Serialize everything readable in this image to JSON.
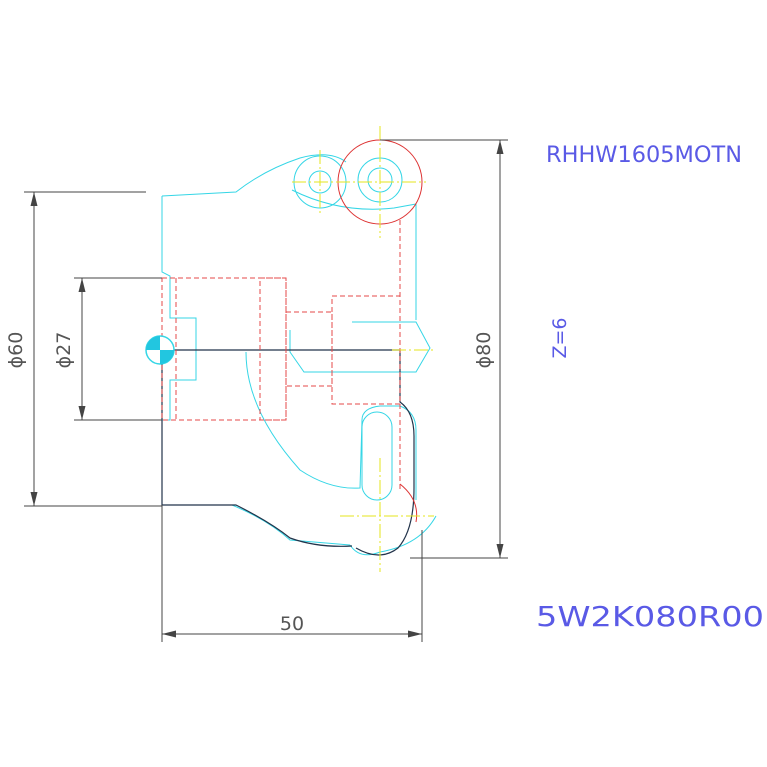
{
  "drawing": {
    "part_code": "RHHW1605MOTN",
    "teeth": "Z=6",
    "body_code": "5W2K080R00",
    "dim_outer_diameter": "ϕ60",
    "dim_bore_diameter": "ϕ27",
    "dim_cutting_diameter": "ϕ80",
    "dim_height": "50"
  },
  "colors": {
    "background": "#ffffff",
    "outline": "#35d6e6",
    "section": "#22334a",
    "hidden": "#e64a4a",
    "centerline": "#e6e61e",
    "insert": "#dd3333",
    "label": "#5a5ae6",
    "dimension": "#444444"
  }
}
